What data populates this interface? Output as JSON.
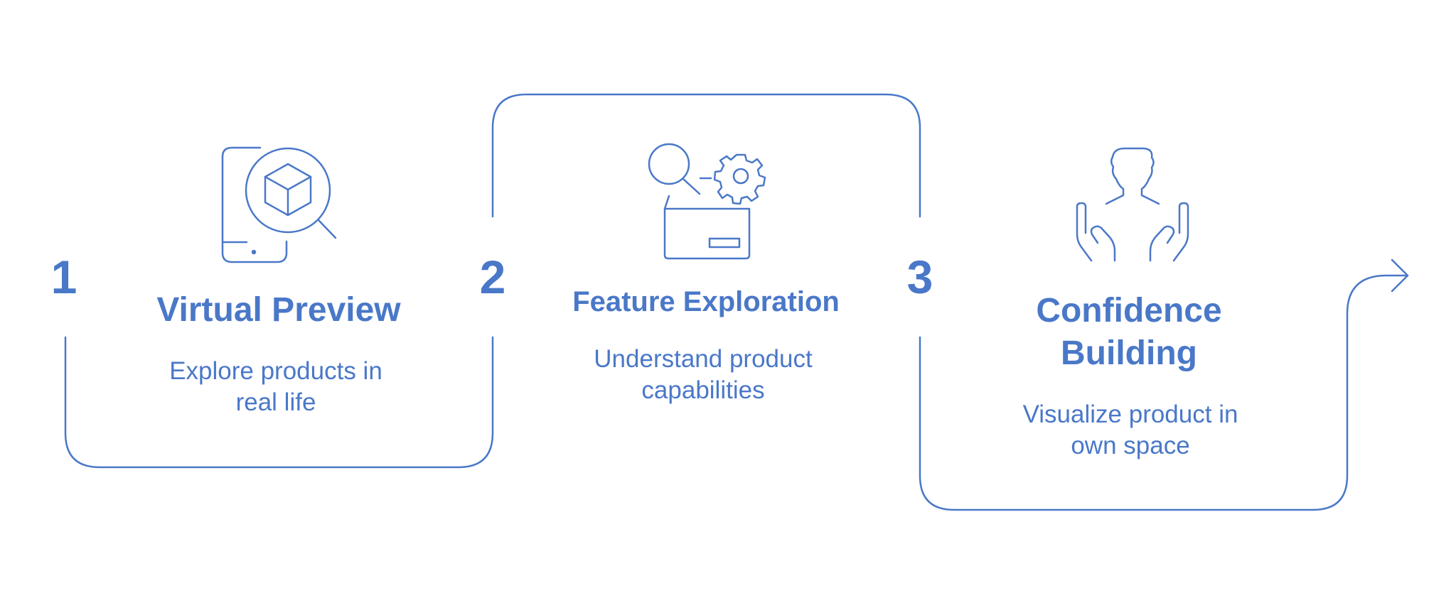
{
  "theme": {
    "accent": "#4a78c8"
  },
  "steps": [
    {
      "number": "1",
      "icon": "phone-magnifier-cube-icon",
      "title_lines": [
        "Virtual Preview"
      ],
      "desc_lines": [
        "Explore products in",
        "real life"
      ]
    },
    {
      "number": "2",
      "icon": "search-gear-box-icon",
      "title_lines": [
        "Feature Exploration"
      ],
      "desc_lines": [
        "Understand product",
        "capabilities"
      ]
    },
    {
      "number": "3",
      "icon": "person-hands-icon",
      "title_lines": [
        "Confidence",
        "Building"
      ],
      "desc_lines": [
        "Visualize product in",
        "own space"
      ]
    }
  ]
}
